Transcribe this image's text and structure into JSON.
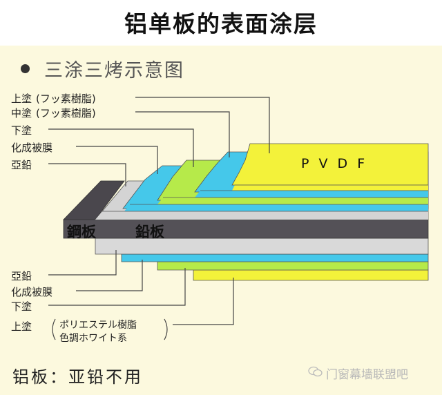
{
  "title": "铝单板的表面涂层",
  "subtitle": "三涂三烤示意图",
  "labels_top": {
    "top_coat": "上塗",
    "top_coat_detail": "(フッ素樹脂)",
    "mid_coat": "中塗",
    "mid_coat_detail": "(フッ素樹脂)",
    "base_coat": "下塗",
    "chemical_film": "化成被膜",
    "zinc": "亞鉛"
  },
  "layer_texts": {
    "pvdf": "P V D F",
    "steel_plate": "鋼板",
    "aluminum_plate": "鉛板"
  },
  "labels_bottom": {
    "zinc": "亞鉛",
    "chemical_film": "化成被膜",
    "base_coat": "下塗",
    "top_coat": "上塗",
    "top_coat_detail_line1": "ポリエステル樹脂",
    "top_coat_detail_line2": "色調ホワイト系"
  },
  "footer_note": "铝板：亚铅不用",
  "watermark": "门窗幕墙联盟吧",
  "colors": {
    "pvdf_yellow": "#f3f23a",
    "light_green": "#b6ea4a",
    "cyan": "#45c8ea",
    "light_gray": "#d4d4d4",
    "dark_plate": "#545157",
    "background": "#fcf9de"
  },
  "icons": [
    "wechat-icon"
  ]
}
